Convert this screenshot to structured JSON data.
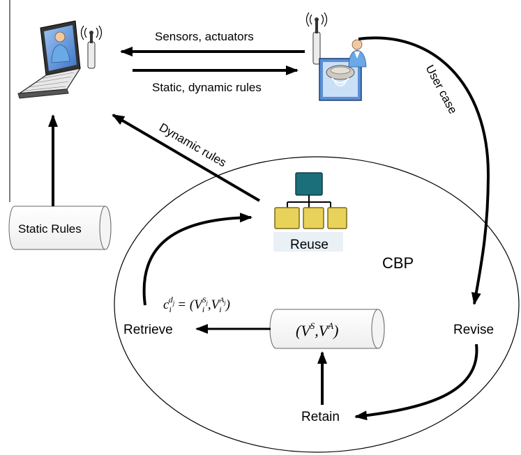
{
  "labels": {
    "sensors_actuators": "Sensors, actuators",
    "static_dynamic_rules": "Static, dynamic rules",
    "user_case": "User case",
    "dynamic_rules": "Dynamic rules",
    "static_rules": "Static Rules",
    "reuse": "Reuse",
    "cbp": "CBP",
    "retrieve": "Retrieve",
    "revise": "Revise",
    "retain": "Retain"
  },
  "formula": {
    "c": "c",
    "sub_i": "i",
    "sup_d": "d",
    "sup_j": "j",
    "eq_open": "= (V",
    "comma_V": ",V",
    "close": ")"
  },
  "case_base": {
    "open": "(V",
    "sup_S": "S",
    "comma_V": ",V",
    "sup_A": "A",
    "close": ")"
  },
  "icons": {
    "laptop": "laptop-user-icon",
    "sensor_device": "smoke-sensor-device-icon",
    "reuse_tree": "hierarchy-tree-icon",
    "static_rules_db": "database-cylinder-icon",
    "case_base_db": "database-cylinder-icon"
  },
  "colors": {
    "tree_top": "#1a6f7b",
    "tree_leaf": "#e8d25a",
    "screen": "#5b8fd6",
    "person_body": "#6aa8e6"
  }
}
